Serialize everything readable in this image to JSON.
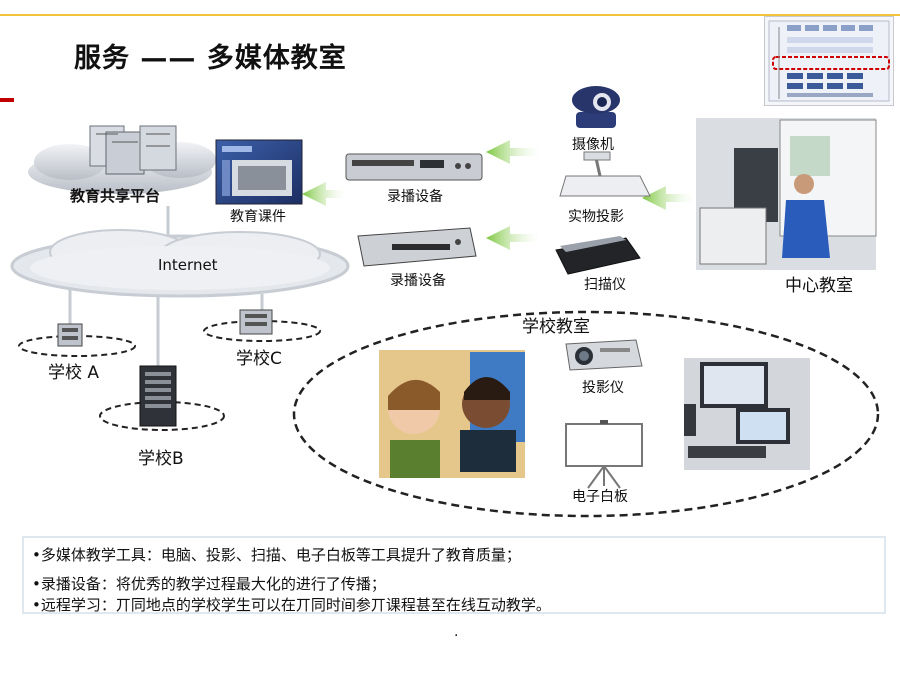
{
  "title": "服务 —— 多媒体教室",
  "labels": {
    "platform": "教育共享平台",
    "courseware": "教育课件",
    "internet": "Internet",
    "recorder_top": "录播设备",
    "recorder_bottom": "录播设备",
    "camera": "摄像机",
    "visualizer": "实物投影",
    "scanner": "扫描仪",
    "center_classroom": "中心教室",
    "school_a": "学校 A",
    "school_b": "学校B",
    "school_c": "学校C",
    "school_classroom": "学校教室",
    "projector": "投影仪",
    "whiteboard": "电子白板"
  },
  "notes": [
    "•多媒体教学工具：电脑、投影、扫描、电子白板等工具提升了教育质量；",
    "•录播设备：将优秀的教学过程最大化的进行了传播；",
    "•远程学习：丌同地点的学校学生可以在丌同时间参丌课程甚至在线互动教学。"
  ],
  "footer_mark": ".",
  "colors": {
    "accent_line": "#f2c23a",
    "arrow_green": "#8fd14f",
    "cloud_gray": "#c9cdd4",
    "note_border": "#dfe8ee"
  }
}
